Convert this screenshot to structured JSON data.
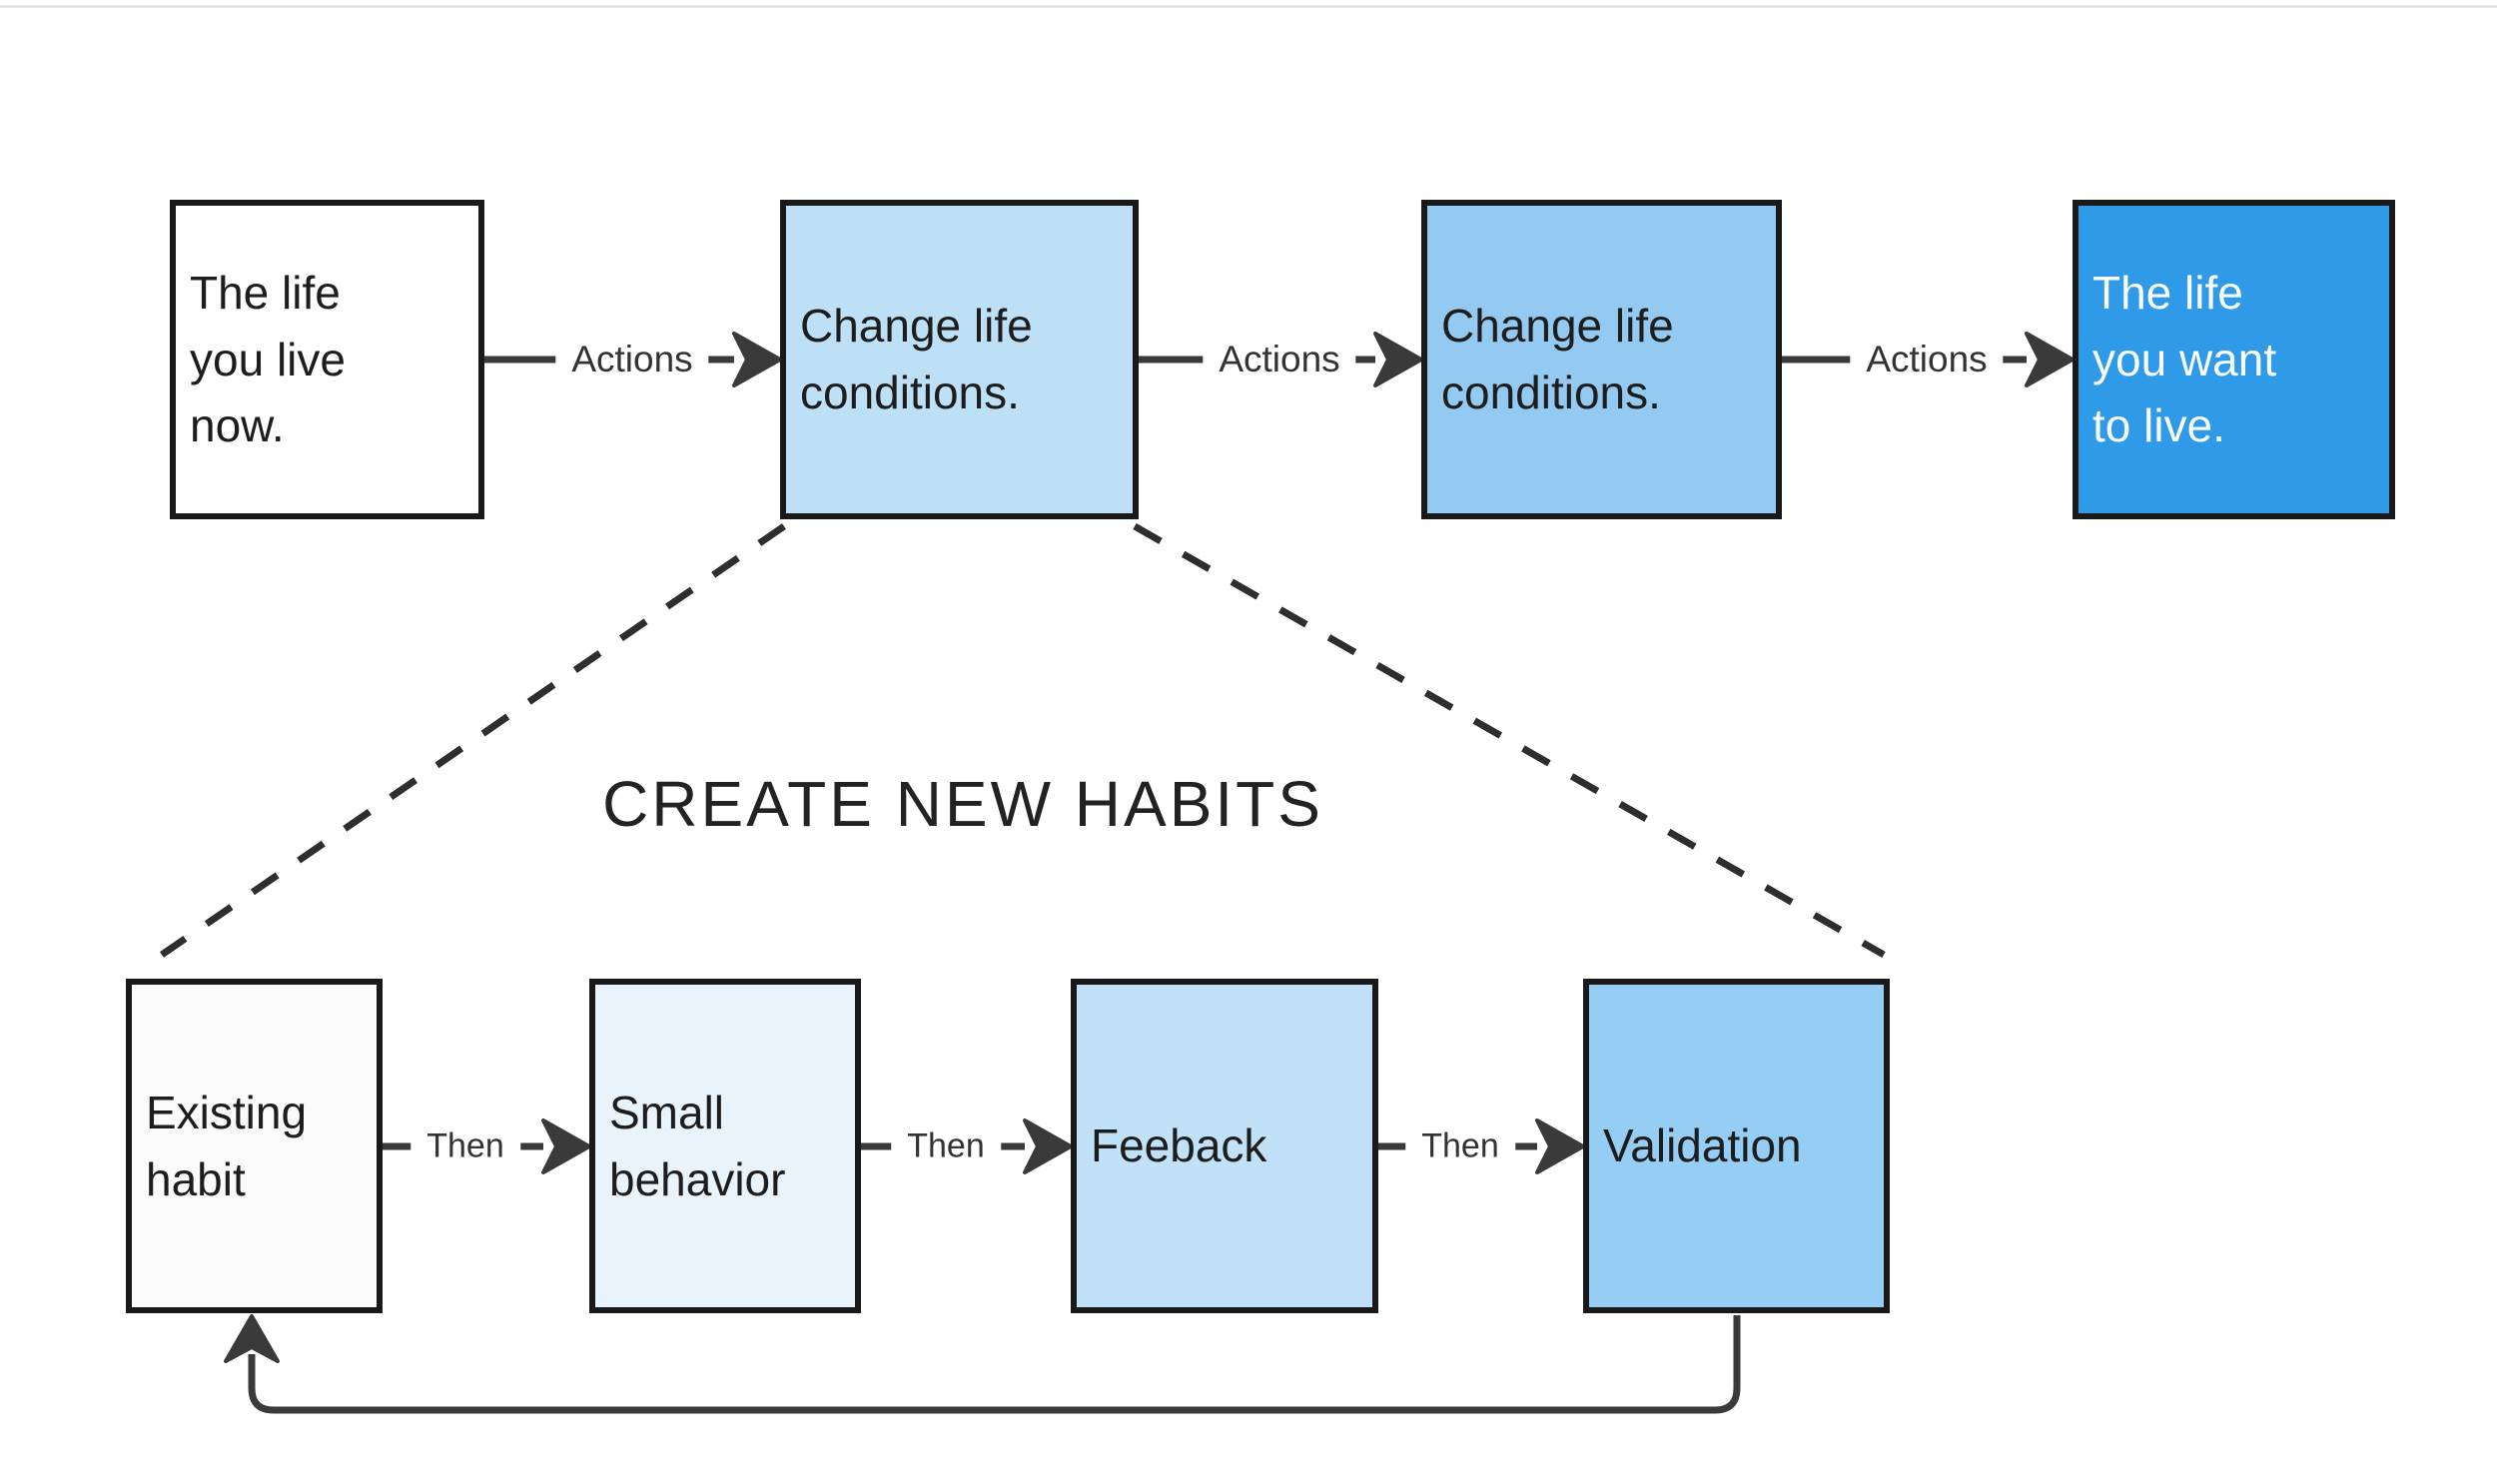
{
  "title": "CREATE NEW HABITS",
  "top_flow": {
    "boxes": [
      {
        "id": "life-now",
        "lines": [
          "The life",
          "you live",
          "now."
        ],
        "fill": "#ffffff",
        "text_color": "#1d1d1d"
      },
      {
        "id": "change-conditions-1",
        "lines": [
          "Change life",
          "conditions."
        ],
        "fill": "#bee0f7",
        "text_color": "#1d1d1d"
      },
      {
        "id": "change-conditions-2",
        "lines": [
          "Change life",
          "conditions."
        ],
        "fill": "#94c9f2",
        "text_color": "#1d1d1d"
      },
      {
        "id": "life-want",
        "lines": [
          "The life",
          "you want",
          "to live."
        ],
        "fill": "#2f9ae8",
        "text_color": "#fafdff"
      }
    ],
    "connectors": [
      {
        "label": "Actions"
      },
      {
        "label": "Actions"
      },
      {
        "label": "Actions"
      }
    ]
  },
  "habit_loop": {
    "boxes": [
      {
        "id": "existing-habit",
        "lines": [
          "Existing",
          "habit"
        ],
        "fill": "#fbfbfb",
        "text_color": "#1d1d1d"
      },
      {
        "id": "small-behavior",
        "lines": [
          "Small",
          "behavior"
        ],
        "fill": "#e9f3fc",
        "text_color": "#1d1d1d"
      },
      {
        "id": "feeback",
        "lines": [
          "Feeback"
        ],
        "fill": "#c0e1f8",
        "text_color": "#1d1d1d"
      },
      {
        "id": "validation",
        "lines": [
          "Validation"
        ],
        "fill": "#95cdf5",
        "text_color": "#1d1d1d"
      }
    ],
    "connectors": [
      {
        "label": "Then"
      },
      {
        "label": "Then"
      },
      {
        "label": "Then"
      }
    ]
  },
  "colors": {
    "line": "#3a3a3a",
    "dash": "#2e2e2e",
    "box_border": "#191919",
    "background": "#ffffff"
  }
}
